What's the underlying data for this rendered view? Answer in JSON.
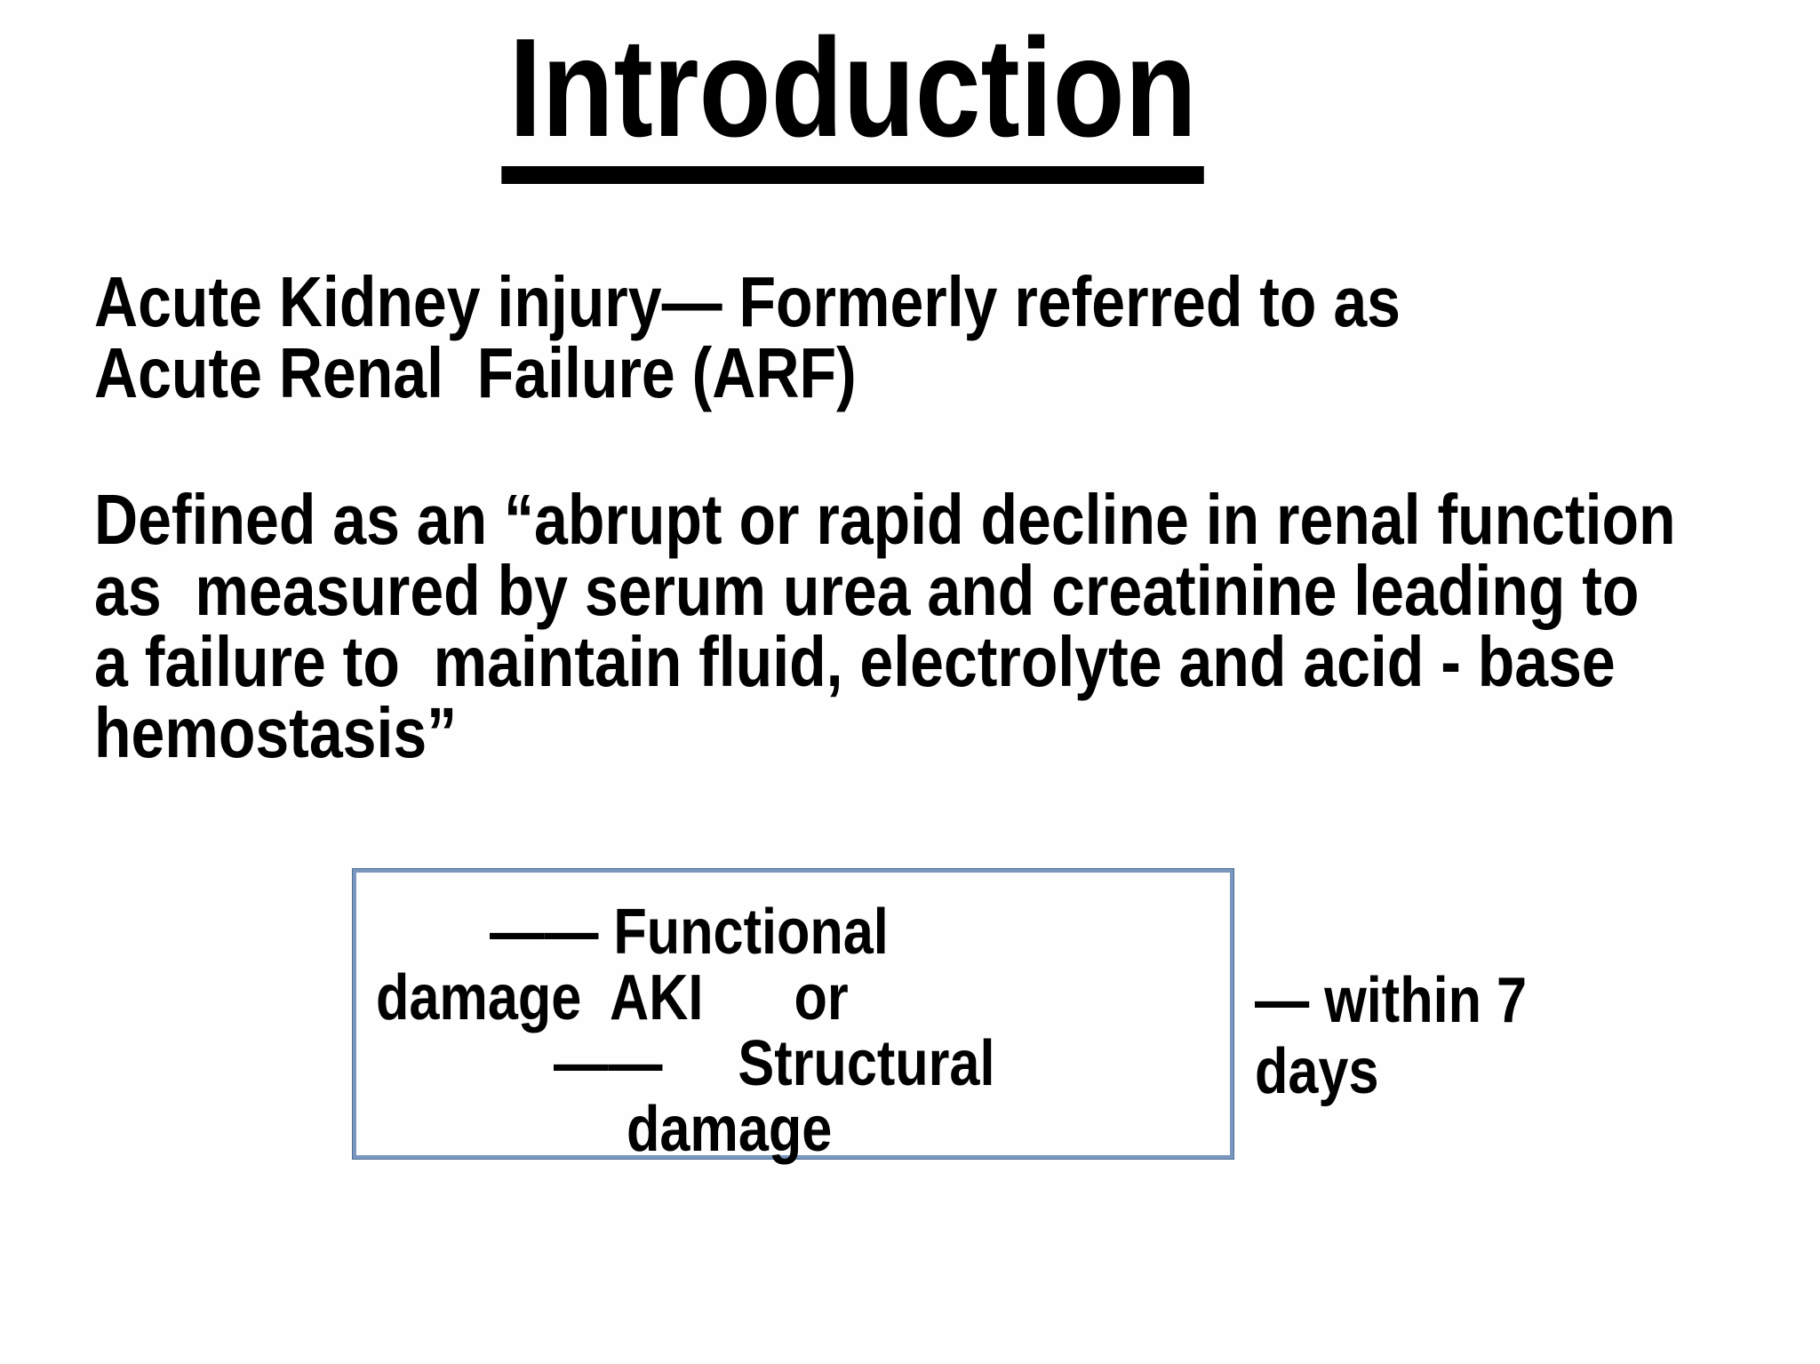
{
  "slide": {
    "title": "Introduction",
    "intro": {
      "lines": [
        "Acute Kidney injury— Formerly referred to as",
        "Acute Renal  Failure (ARF)"
      ]
    },
    "definition": {
      "lines": [
        "Defined as an “abrupt or rapid decline in renal function",
        "as  measured by serum urea and creatinine leading to",
        "a failure to  maintain fluid, electrolyte and acid - base",
        "hemostasis”"
      ]
    },
    "aki_box": {
      "lines": [
        "—— Functional",
        "damage  AKI      or",
        "——     Structural",
        "damage"
      ]
    },
    "side_note": {
      "lines": [
        "— within 7",
        "days"
      ]
    },
    "colors": {
      "box_border": "#7a97bf",
      "box_border_edge": "#4f7096",
      "text": "#000000",
      "background": "#fefefe"
    }
  }
}
